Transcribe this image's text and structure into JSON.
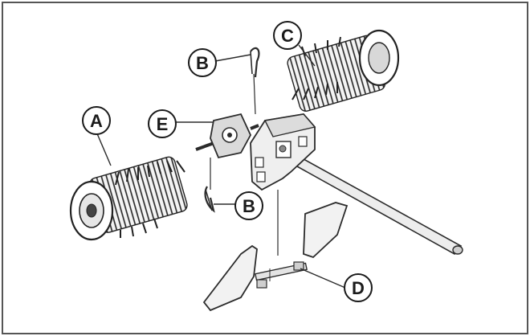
{
  "diagram": {
    "frame_color": "#5a5a5a",
    "line_color": "#2b2b2b",
    "fill_light": "#e8e8e8",
    "fill_dark": "#3a3a3a",
    "callouts": {
      "a": "A",
      "b_top": "B",
      "b_bottom": "B",
      "c": "C",
      "d": "D",
      "e": "E"
    },
    "parts": [
      {
        "name": "spiked-roller-left",
        "icon": "roller-icon"
      },
      {
        "name": "spiked-roller-right",
        "icon": "roller-icon"
      },
      {
        "name": "retaining-pin",
        "icon": "pin-icon"
      },
      {
        "name": "axle-hub",
        "icon": "hub-icon"
      },
      {
        "name": "handle-bracket",
        "icon": "bracket-icon"
      },
      {
        "name": "handle-shaft",
        "icon": "shaft-icon"
      },
      {
        "name": "base-guard",
        "icon": "guard-icon"
      }
    ]
  }
}
